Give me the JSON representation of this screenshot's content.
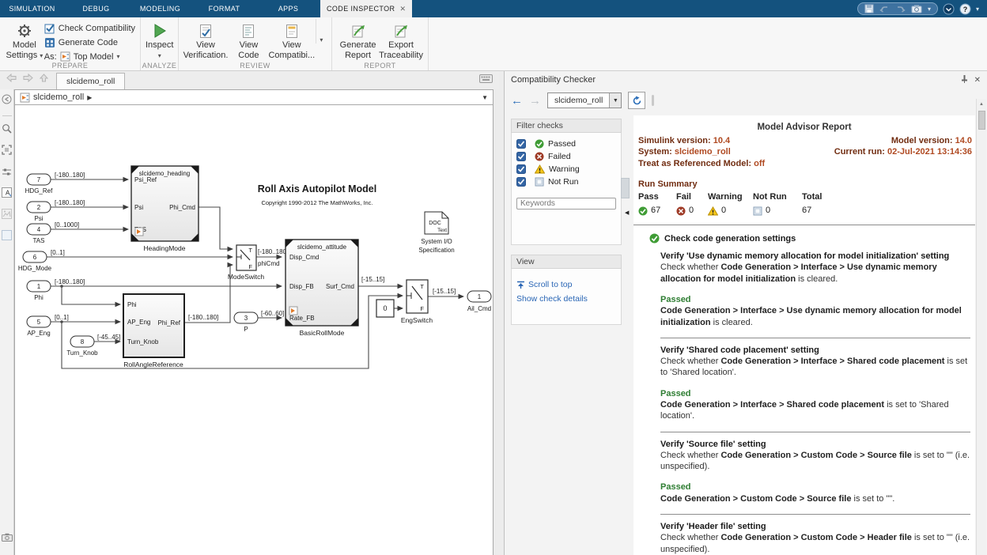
{
  "colors": {
    "titlebar_blue": "#14527e",
    "passed_green": "#3f9c35",
    "failed_red": "#9e3a26",
    "warning_yellow": "#f5c71a",
    "maroon_label": "#712d11",
    "maroon_value": "#b04a22",
    "link_blue": "#2a66b5",
    "inspect_green": "#51a651"
  },
  "titlebar": {
    "tabs": [
      {
        "label": "SIMULATION"
      },
      {
        "label": "DEBUG"
      },
      {
        "label": "MODELING"
      },
      {
        "label": "FORMAT"
      },
      {
        "label": "APPS"
      },
      {
        "label": "CODE INSPECTOR"
      }
    ]
  },
  "toolstrip": {
    "sections": {
      "prepare": "PREPARE",
      "analyze": "ANALYZE",
      "review": "REVIEW",
      "report": "REPORT"
    },
    "model_settings_1": "Model",
    "model_settings_2": "Settings",
    "check_compatibility": "Check Compatibility",
    "generate_code": "Generate Code",
    "as_label": "As:",
    "top_model": "Top Model",
    "inspect": "Inspect",
    "view_verification_1": "View",
    "view_verification_2": "Verification.",
    "view_code_1": "View",
    "view_code_2": "Code",
    "view_compat_1": "View",
    "view_compat_2": "Compatibi...",
    "generate_report_1": "Generate",
    "generate_report_2": "Report",
    "export_traceability_1": "Export",
    "export_traceability_2": "Traceability"
  },
  "doc_tab": "slcidemo_roll",
  "breadcrumb": "slcidemo_roll",
  "diagram": {
    "title": "Roll Axis Autopilot Model",
    "copyright": "Copyright 1990-2012 The MathWorks, Inc.",
    "inports": [
      {
        "num": "7",
        "name": "HDG_Ref",
        "range": "[-180..180]"
      },
      {
        "num": "2",
        "name": "Psi",
        "range": "[-180..180]"
      },
      {
        "num": "4",
        "name": "TAS",
        "range": "[0..1000]"
      },
      {
        "num": "6",
        "name": "HDG_Mode",
        "range": "[0..1]"
      },
      {
        "num": "1",
        "name": "Phi",
        "range": "[-180..180]"
      },
      {
        "num": "5",
        "name": "AP_Eng",
        "range": "[0..1]"
      },
      {
        "num": "8",
        "name": "Turn_Knob",
        "range": "[-45..45]"
      },
      {
        "num": "3",
        "name": "P",
        "range": "[-60..60]"
      }
    ],
    "outport": {
      "num": "1",
      "name": "Ail_Cmd"
    },
    "heading": {
      "ref": "slcidemo_heading",
      "in1": "Psi_Ref",
      "in2": "Psi",
      "in3": "TAS",
      "out": "Phi_Cmd",
      "name": "HeadingMode"
    },
    "attitude": {
      "ref": "slcidemo_attitude",
      "in1": "Disp_Cmd",
      "in2": "Disp_FB",
      "in3": "Rate_FB",
      "out": "Surf_Cmd",
      "name": "BasicRollMode"
    },
    "rollref": {
      "in1": "Phi",
      "in2": "AP_Eng",
      "in3": "Turn_Knob",
      "out": "Phi_Ref",
      "out_range": "[-180..180]",
      "name": "RollAngleReference"
    },
    "modeswitch": {
      "t": "T",
      "f": "F",
      "name": "ModeSwitch",
      "out_range": "[-180..180]",
      "out_signal": "phiCmd"
    },
    "engswitch": {
      "t": "T",
      "f": "F",
      "name": "EngSwitch",
      "in_range": "[-15..15]",
      "out_range": "[-15..15]"
    },
    "constant": "0",
    "doc": {
      "l1": "DOC",
      "l2": "Text",
      "cap1": "System I/O",
      "cap2": "Specification"
    }
  },
  "panel": {
    "title": "Compatibility Checker",
    "model_select": "slcidemo_roll",
    "filter": {
      "header": "Filter checks",
      "items": [
        {
          "label": "Passed"
        },
        {
          "label": "Failed"
        },
        {
          "label": "Warning"
        },
        {
          "label": "Not Run"
        }
      ],
      "keywords_placeholder": "Keywords",
      "view_header": "View",
      "scroll_to_top": "Scroll to top",
      "show_check_details": "Show check details"
    },
    "report": {
      "title": "Model Advisor Report",
      "simulink_version_label": "Simulink version:",
      "simulink_version": "10.4",
      "system_label": "System:",
      "system": "slcidemo_roll",
      "treat_label": "Treat as Referenced Model:",
      "treat": "off",
      "model_version_label": "Model version:",
      "model_version": "14.0",
      "current_run_label": "Current run:",
      "current_run": "02-Jul-2021 13:14:36",
      "run_summary": "Run Summary",
      "summary": {
        "pass_label": "Pass",
        "pass": "67",
        "fail_label": "Fail",
        "fail": "0",
        "warning_label": "Warning",
        "warning": "0",
        "notrun_label": "Not Run",
        "notrun": "0",
        "total_label": "Total",
        "total": "67"
      },
      "group_title": "Check code generation settings",
      "checks": [
        {
          "title": "Verify 'Use dynamic memory allocation for model initialization' setting",
          "desc_pre": "Check whether ",
          "desc_bold": "Code Generation > Interface > Use dynamic memory allocation for model initialization",
          "desc_post": " is cleared.",
          "status": "Passed",
          "result_bold": "Code Generation > Interface > Use dynamic memory allocation for model initialization",
          "result_post": " is cleared."
        },
        {
          "title": "Verify 'Shared code placement' setting",
          "desc_pre": "Check whether ",
          "desc_bold": "Code Generation > Interface > Shared code placement",
          "desc_post": " is set to 'Shared location'.",
          "status": "Passed",
          "result_bold": "Code Generation > Interface > Shared code placement",
          "result_post": " is set to 'Shared location'."
        },
        {
          "title": "Verify 'Source file' setting",
          "desc_pre": "Check whether ",
          "desc_bold": "Code Generation > Custom Code > Source file",
          "desc_post": " is set to \"\" (i.e. unspecified).",
          "status": "Passed",
          "result_bold": "Code Generation > Custom Code > Source file",
          "result_post": " is set to \"\"."
        },
        {
          "title": "Verify 'Header file' setting",
          "desc_pre": "Check whether ",
          "desc_bold": "Code Generation > Custom Code > Header file",
          "desc_post": " is set to \"\" (i.e. unspecified)."
        }
      ]
    }
  }
}
